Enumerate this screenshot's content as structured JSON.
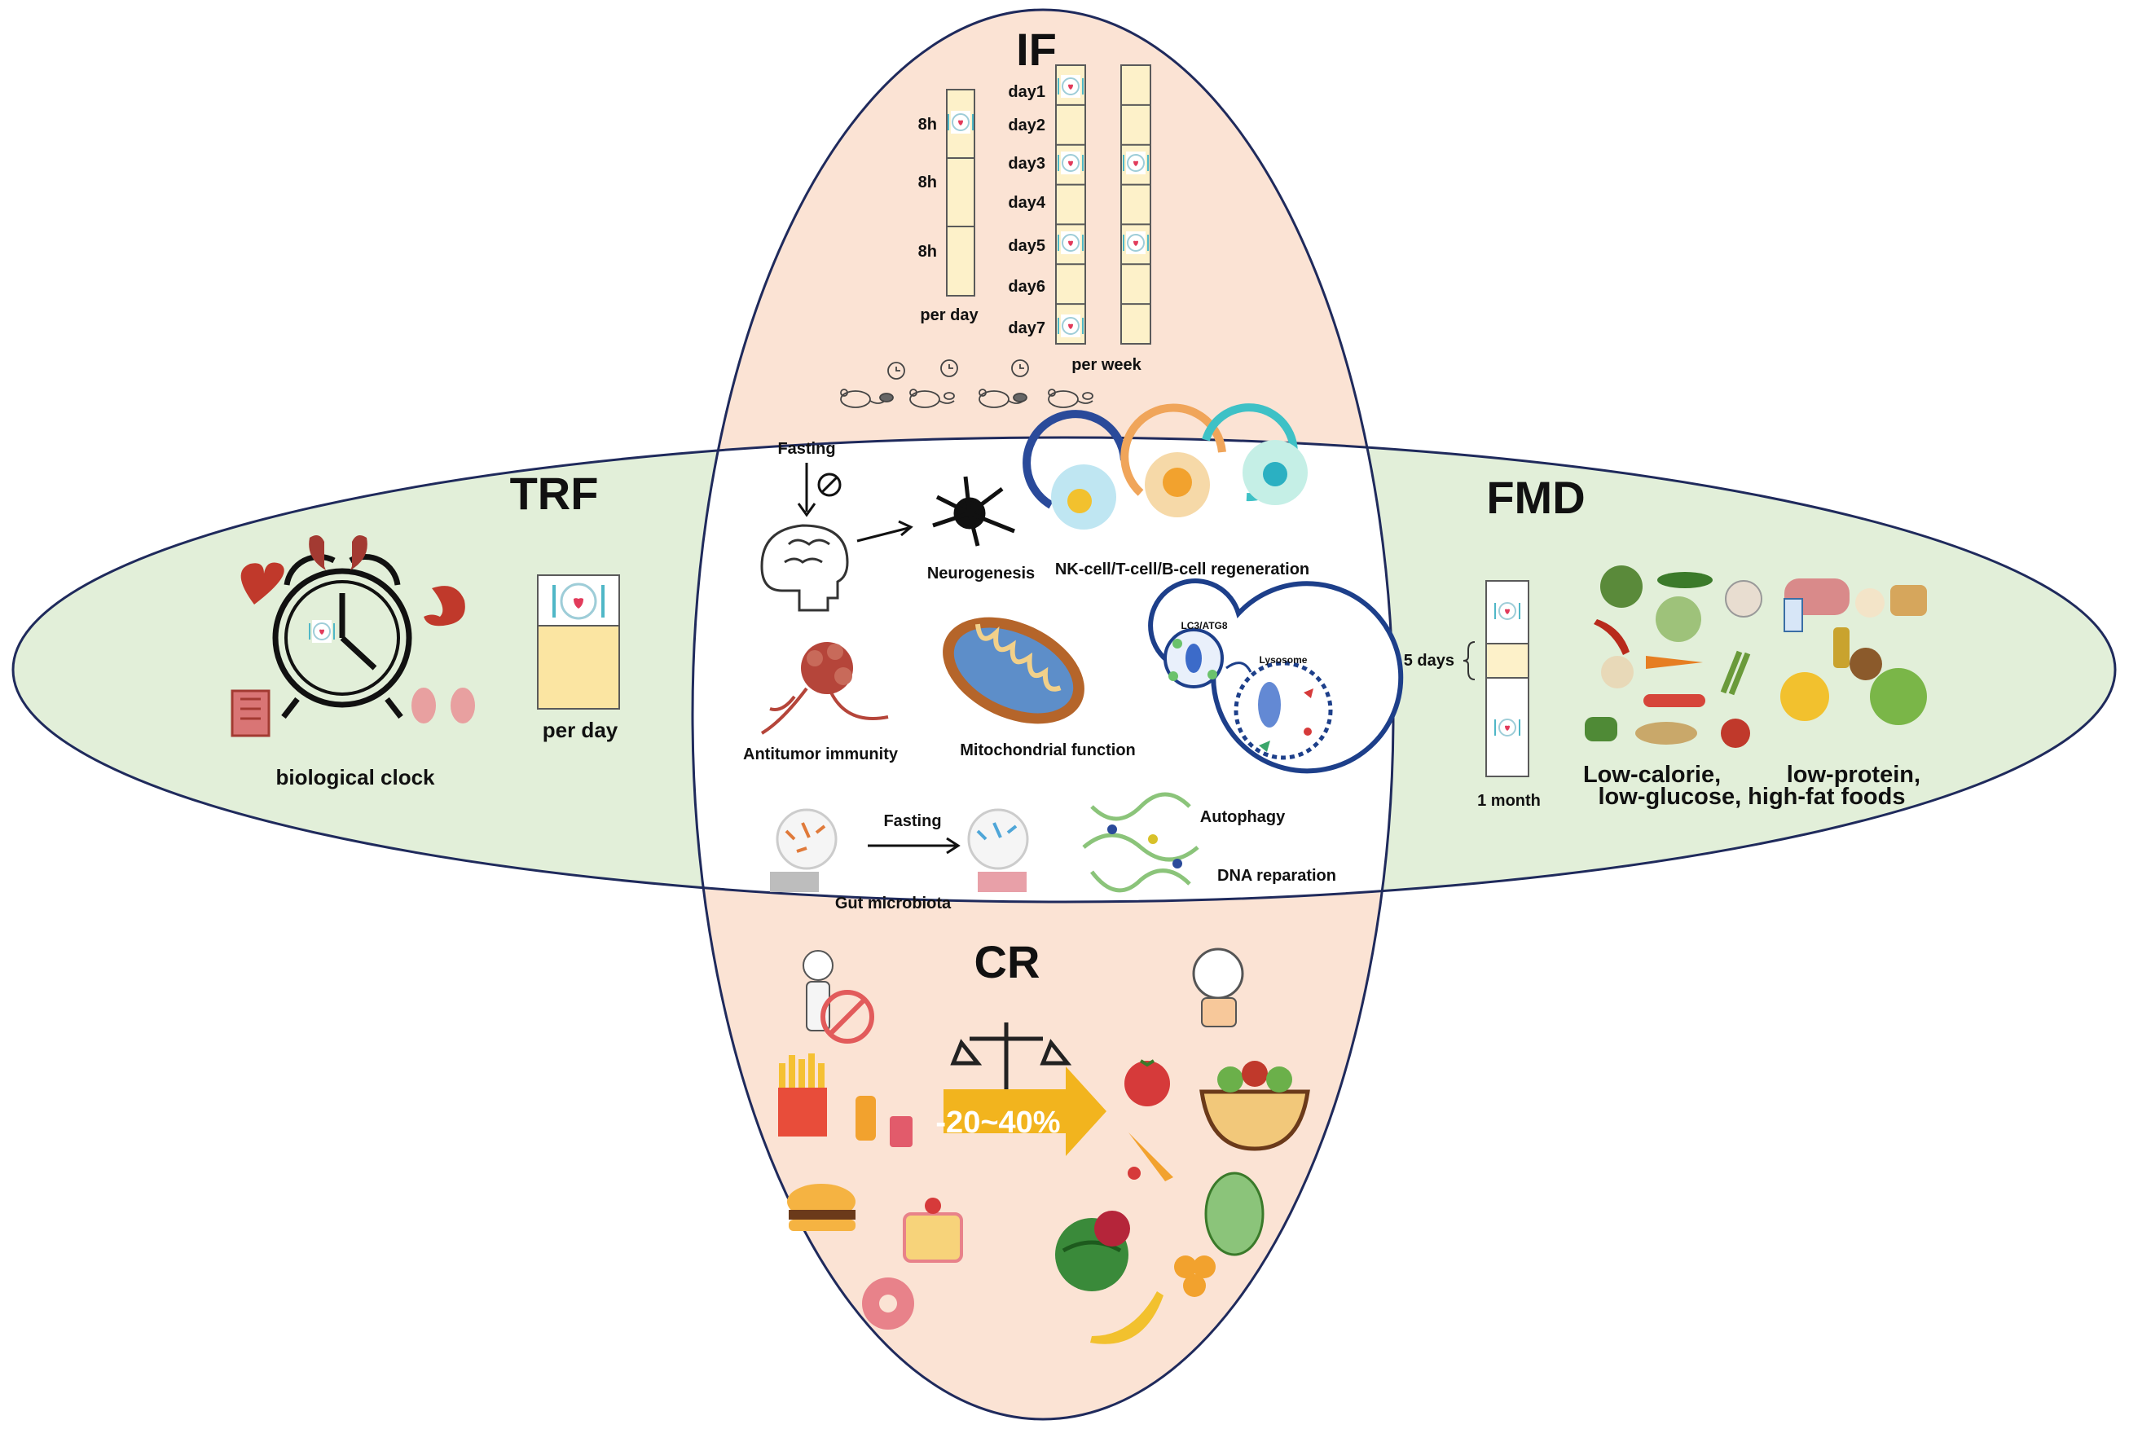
{
  "ellipses": {
    "if": {
      "label": "IF",
      "color": "#fbe3d4"
    },
    "trf": {
      "label": "TRF",
      "color": "#e2efd9"
    },
    "fmd": {
      "label": "FMD",
      "color": "#e2efd9"
    },
    "cr": {
      "label": "CR",
      "color": "#fbe3d4"
    },
    "outline_color": "#1f2a5c"
  },
  "if_schedule": {
    "per_day": {
      "hours": [
        "8h",
        "8h",
        "8h"
      ],
      "caption": "per day"
    },
    "per_week": {
      "days": [
        "day1",
        "day2",
        "day3",
        "day4",
        "day5",
        "day6",
        "day7"
      ],
      "caption": "per week"
    }
  },
  "trf": {
    "clock_caption": "biological  clock",
    "per_day_caption": "per day"
  },
  "fmd": {
    "duration_label": "5 days",
    "cycle_label": "1 month",
    "foods_caption_line1": "Low-calorie,          low-protein,",
    "foods_caption_line2": "low-glucose, high-fat foods"
  },
  "center": {
    "fasting_label": "Fasting",
    "neurogenesis": "Neurogenesis",
    "regeneration": "NK-cell/T-cell/B-cell regeneration",
    "antitumor": "Antitumor immunity",
    "mitochondria": "Mitochondrial function",
    "lc3": "LC3/ATG8",
    "lysosome": "Lysosome",
    "autophagy": "Autophagy",
    "gut_fasting": "Fasting",
    "gut_microbiota": "Gut microbiota",
    "dna": "DNA reparation"
  },
  "cr": {
    "reduction": "-20~40%",
    "arrow_color": "#f2b41e"
  },
  "icons": [
    "plate-icon",
    "clock-icon",
    "mouse-icon",
    "brain-icon",
    "neuron-icon",
    "immune-cell-icon",
    "tumor-icon",
    "mitochondrion-icon",
    "autophagy-cell-icon",
    "gut-icon",
    "dna-icon",
    "organ-icon",
    "food-icon",
    "scale-icon",
    "chef-icon"
  ]
}
